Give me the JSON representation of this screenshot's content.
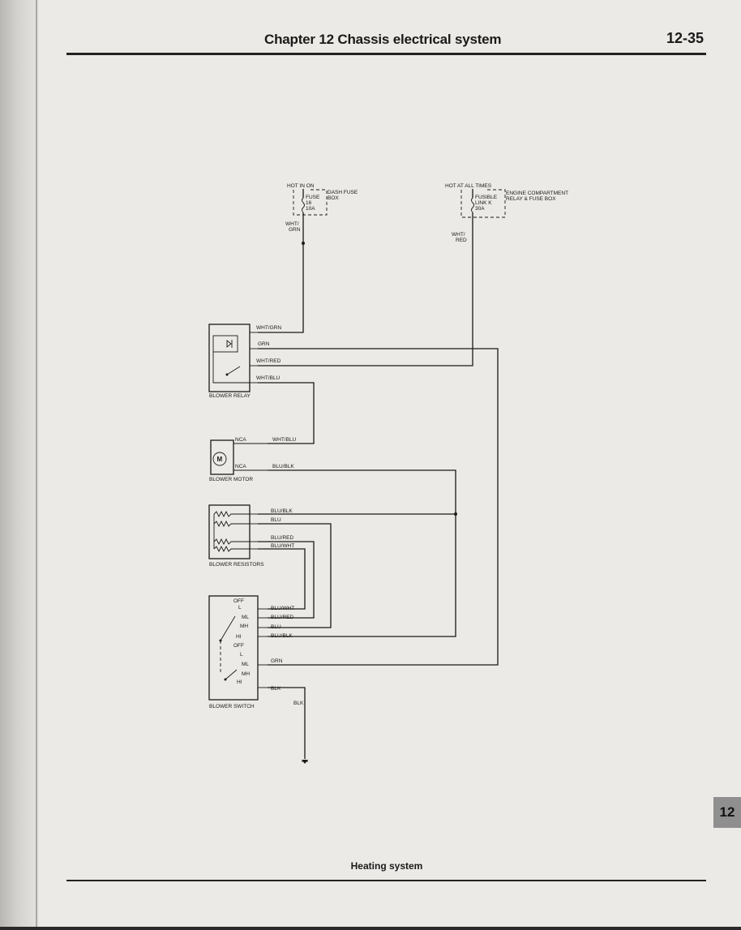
{
  "header": {
    "title": "Chapter 12  Chassis electrical system",
    "page_number": "12-35"
  },
  "caption": "Heating system",
  "chapter_tab": "12",
  "sources": {
    "left": {
      "hot": "HOT IN ON",
      "fuse_box": "DASH FUSE",
      "fuse_box_2": "BOX",
      "fuse_1": "FUSE",
      "fuse_2": "16",
      "fuse_3": "10A",
      "wire_1": "WHT/",
      "wire_2": "GRN"
    },
    "right": {
      "hot": "HOT AT ALL TIMES",
      "box_1": "ENGINE COMPARTMENT",
      "box_2": "RELAY & FUSE BOX",
      "link_1": "FUSIBLE",
      "link_2": "LINK K",
      "link_3": "30A",
      "wire_1": "WHT/",
      "wire_2": "RED"
    }
  },
  "blower_relay": {
    "label": "BLOWER RELAY",
    "wires": [
      "WHT/GRN",
      "GRN",
      "WHT/RED",
      "WHT/BLU"
    ]
  },
  "blower_motor": {
    "label": "BLOWER MOTOR",
    "symbol": "M",
    "connector": "NCA",
    "wires": [
      "WHT/BLU",
      "BLU/BLK"
    ]
  },
  "blower_resistors": {
    "label": "BLOWER RESISTORS",
    "wires": [
      "BLU/BLK",
      "BLU",
      "BLU/RED",
      "BLU/WHT"
    ]
  },
  "blower_switch": {
    "label": "BLOWER SWITCH",
    "positions_upper": [
      "OFF",
      "L",
      "ML",
      "MH",
      "HI"
    ],
    "positions_lower": [
      "OFF",
      "L",
      "ML",
      "MH",
      "HI"
    ],
    "wires": [
      "BLU/WHT",
      "BLU/RED",
      "BLU",
      "BLU/BLK",
      "GRN",
      "BLK"
    ],
    "ground_wire": "BLK"
  }
}
